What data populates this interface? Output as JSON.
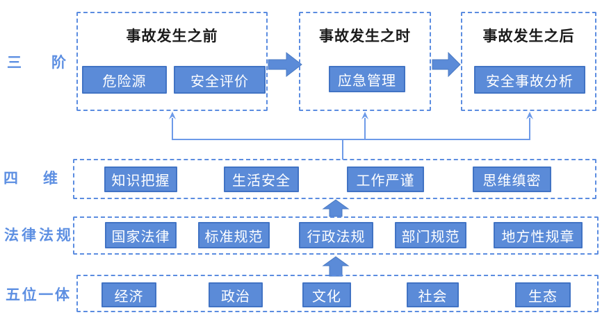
{
  "colors": {
    "accent_blue": "#5b8bd8",
    "dashed_border_blue": "#5b8ce0",
    "connector_line_blue": "#6d9ae8",
    "side_label_blue": "#5d8fe2",
    "chip_border_blue": "#4173c4",
    "box_title_text": "#1a1a1a",
    "chip_text": "#ffffff"
  },
  "stage_section": {
    "label": "三",
    "label2": "阶",
    "boxes": [
      {
        "title": "事故发生之前",
        "buttons": [
          "危险源",
          "安全评价"
        ]
      },
      {
        "title": "事故发生之时",
        "buttons": [
          "应急管理"
        ]
      },
      {
        "title": "事故发生之后",
        "buttons": [
          "安全事故分析"
        ]
      }
    ]
  },
  "dimension_section": {
    "label": "四",
    "label2": "维",
    "buttons": [
      "知识把握",
      "生活安全",
      "工作严谨",
      "思维缜密"
    ]
  },
  "law_section": {
    "label": "法律法规",
    "buttons": [
      "国家法律",
      "标准规范",
      "行政法规",
      "部门规范",
      "地方性规章"
    ]
  },
  "five_in_one_section": {
    "label": "五位一体",
    "buttons": [
      "经济",
      "政治",
      "文化",
      "社会",
      "生态"
    ]
  }
}
